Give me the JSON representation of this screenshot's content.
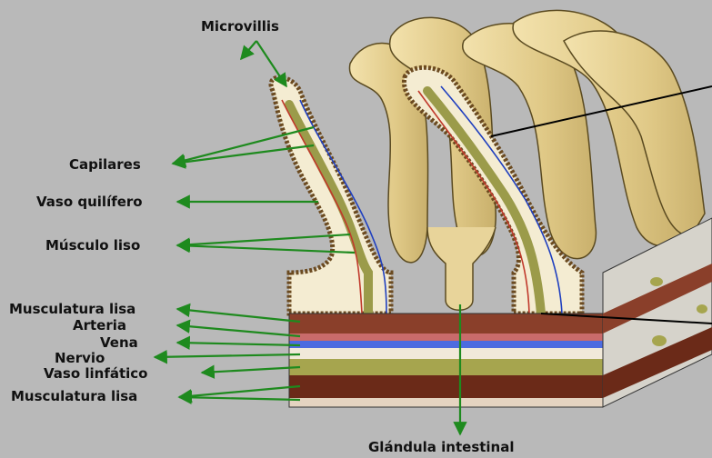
{
  "labels": {
    "microvillis": "Microvillis",
    "capilares": "Capilares",
    "vaso_quilifero": "Vaso quilífero",
    "musculo_liso": "Músculo liso",
    "musculatura_lisa_top": "Musculatura lisa",
    "arteria": "Arteria",
    "vena": "Vena",
    "nervio": "Nervio",
    "vaso_linfatico": "Vaso linfático",
    "musculatura_lisa_bottom": "Musculatura lisa",
    "glandula_intestinal": "Glándula intestinal"
  },
  "colors": {
    "background": "#b9b9b9",
    "villus": "#e8d49a",
    "arrow": "#1e8a1e",
    "artery": "#c0392b",
    "vein": "#1f3fbf",
    "lacteal": "#9b9b4a"
  }
}
